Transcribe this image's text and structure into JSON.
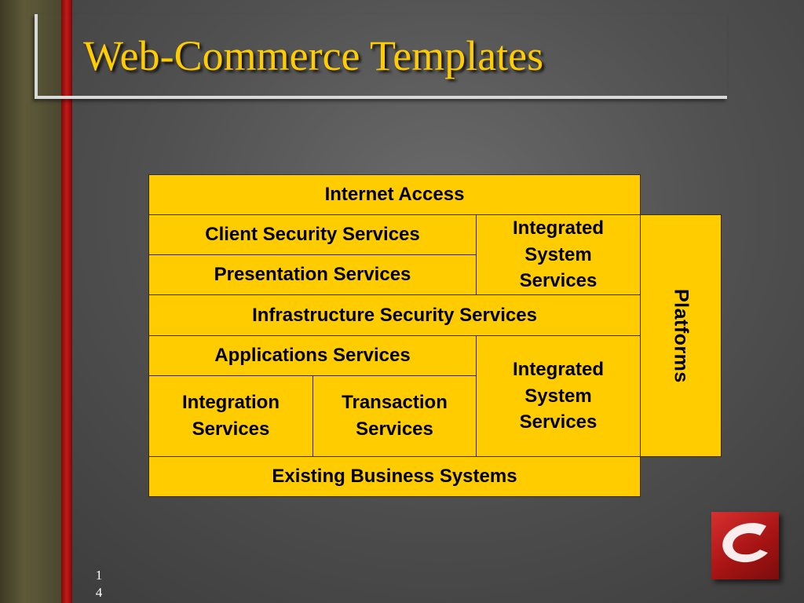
{
  "slide": {
    "title": "Web-Commerce Templates",
    "slide_number": "14"
  },
  "diagram": {
    "internet_access": "Internet Access",
    "client_security_services": "Client Security Services",
    "presentation_services": "Presentation Services",
    "integrated_system_services_top": "Integrated System Services",
    "infrastructure_security_services": "Infrastructure Security Services",
    "applications_services": "Applications Services",
    "integration_services": "Integration Services",
    "transaction_services": "Transaction Services",
    "integrated_system_services_bottom": "Integrated System Services",
    "platforms": "Platforms",
    "existing_business_systems": "Existing Business Systems"
  },
  "colors": {
    "box_fill": "#ffcc00",
    "title_text": "#ffcc00",
    "accent_red": "#c41a1a"
  },
  "icons": {
    "logo": "company-logo-icon"
  }
}
